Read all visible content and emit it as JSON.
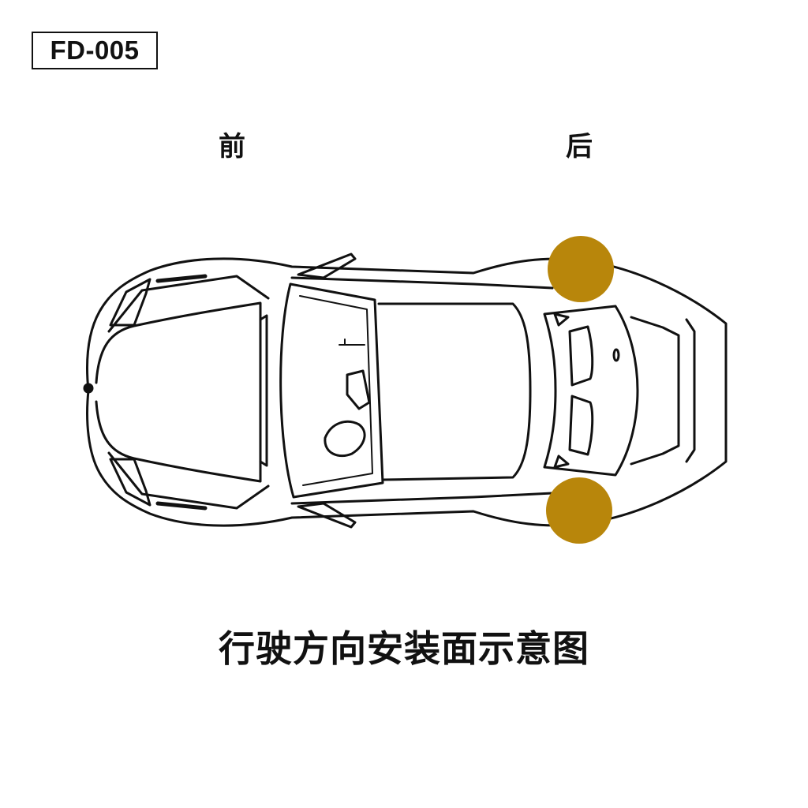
{
  "product_code": "FD-005",
  "labels": {
    "front": "前",
    "rear": "后"
  },
  "caption": "行驶方向安装面示意图",
  "marker_color": "#B8860B"
}
